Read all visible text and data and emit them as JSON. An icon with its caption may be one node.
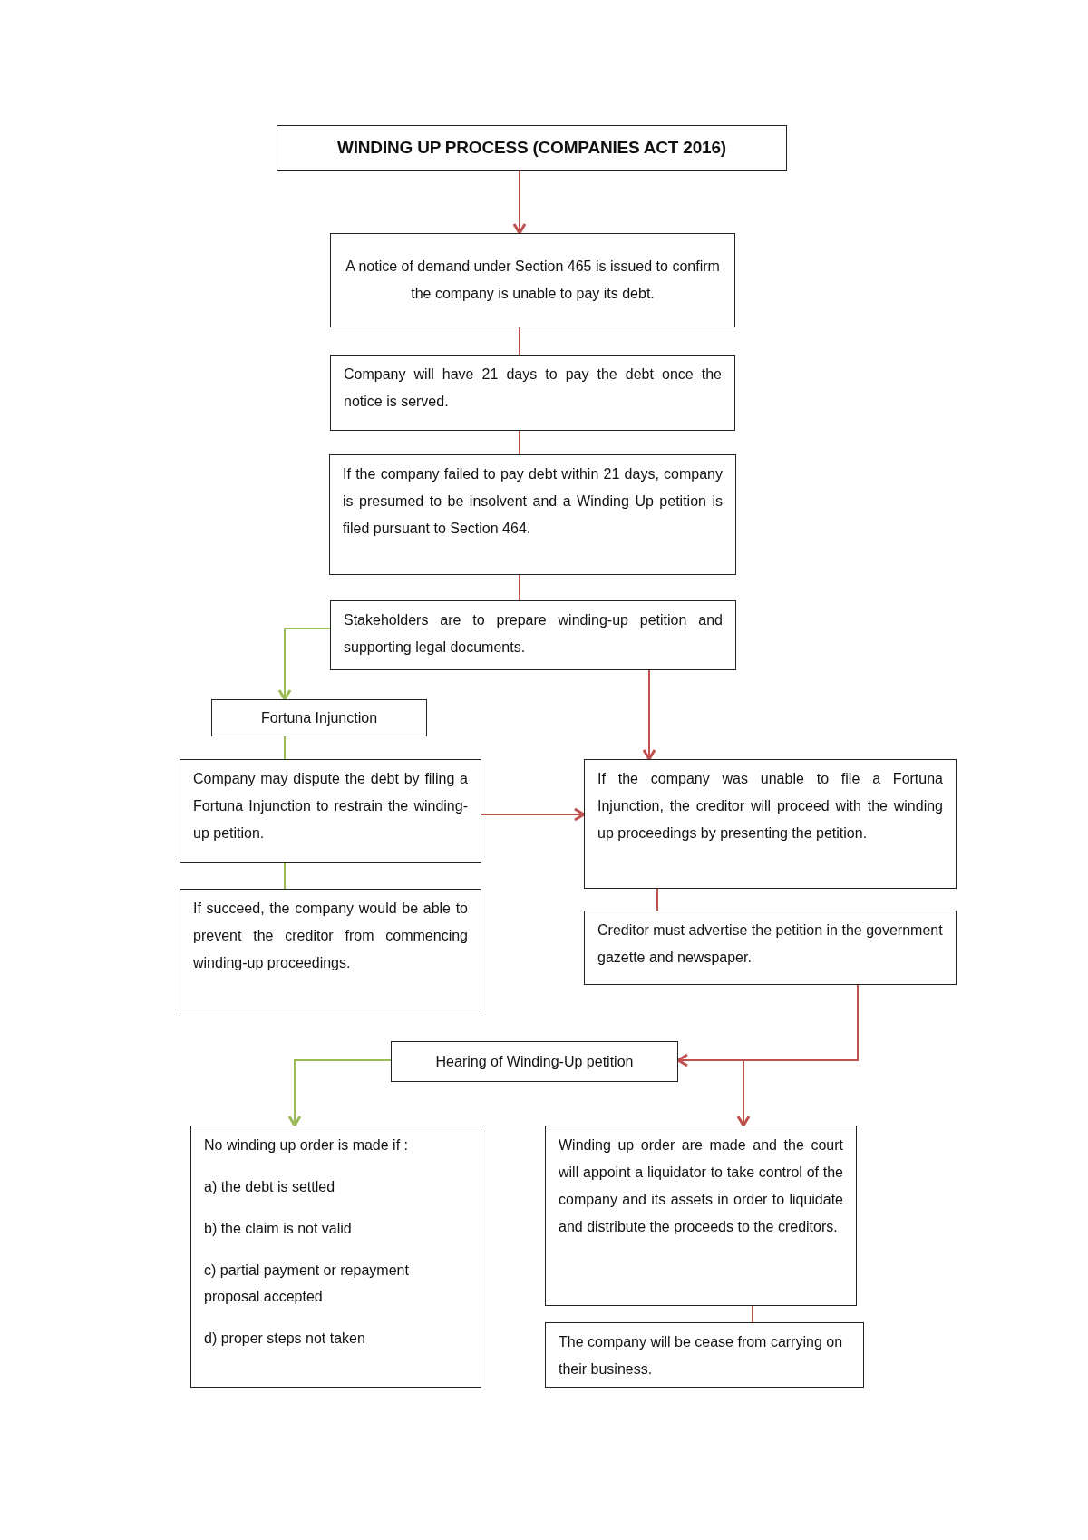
{
  "diagram": {
    "nodes": [
      {
        "text": [
          "WINDING UP PROCESS (COMPANIES ACT 2016)"
        ]
      },
      {
        "text": [
          "A notice of demand under Section 465 is issued to confirm the company is unable to pay its debt."
        ]
      },
      {
        "text": [
          "Company will have 21 days to pay the debt once the notice is served."
        ]
      },
      {
        "text": [
          "If the company failed to pay debt within 21 days, company is presumed to be insolvent and a Winding Up petition is filed pursuant to Section 464."
        ]
      },
      {
        "text": [
          "Stakeholders are to prepare winding-up petition and supporting legal documents."
        ]
      },
      {
        "text": [
          "Fortuna Injunction"
        ]
      },
      {
        "text": [
          "Company may dispute the debt by filing a Fortuna Injunction to restrain the winding-up petition."
        ]
      },
      {
        "text": [
          "If succeed, the company would be able to prevent the creditor from commencing winding-up proceedings."
        ]
      },
      {
        "text": [
          "If the company was unable to file a Fortuna Injunction, the creditor will proceed with the winding up proceedings by presenting the petition."
        ]
      },
      {
        "text": [
          "Creditor must advertise the petition in the government gazette and newspaper."
        ]
      },
      {
        "text": [
          "Hearing of Winding-Up petition"
        ]
      },
      {
        "text": [
          "No winding up order is made if :",
          "a) the debt is settled",
          "b) the claim is not valid",
          "c) partial payment or repayment proposal accepted",
          "d) proper steps not taken"
        ]
      },
      {
        "text": [
          "Winding up order are made and the court will appoint a liquidator to take control of the company and its assets in order to liquidate and distribute the proceeds to the creditors."
        ]
      },
      {
        "text": [
          "The company will be cease from carrying on their business."
        ]
      }
    ],
    "edges": [
      {
        "from": 0,
        "to": 1,
        "arrow": "to"
      },
      {
        "from": 1,
        "to": 2,
        "arrow": "none"
      },
      {
        "from": 2,
        "to": 3,
        "arrow": "none"
      },
      {
        "from": 3,
        "to": 4,
        "arrow": "none"
      },
      {
        "from": 4,
        "to": 5,
        "arrow": "to",
        "color": "#9bbb59"
      },
      {
        "from": 4,
        "to": 8,
        "arrow": "to"
      },
      {
        "from": 5,
        "to": 6,
        "arrow": "none",
        "color": "#9bbb59"
      },
      {
        "from": 6,
        "to": 7,
        "arrow": "none",
        "color": "#9bbb59"
      },
      {
        "from": 6,
        "to": 8,
        "arrow": "to"
      },
      {
        "from": 8,
        "to": 9,
        "arrow": "none"
      },
      {
        "from": 9,
        "to": 10,
        "arrow": "to"
      },
      {
        "from": 10,
        "to": 11,
        "arrow": "to",
        "color": "#9bbb59"
      },
      {
        "from": 10,
        "to": 12,
        "arrow": "to"
      },
      {
        "from": 12,
        "to": 13,
        "arrow": "none"
      }
    ]
  }
}
